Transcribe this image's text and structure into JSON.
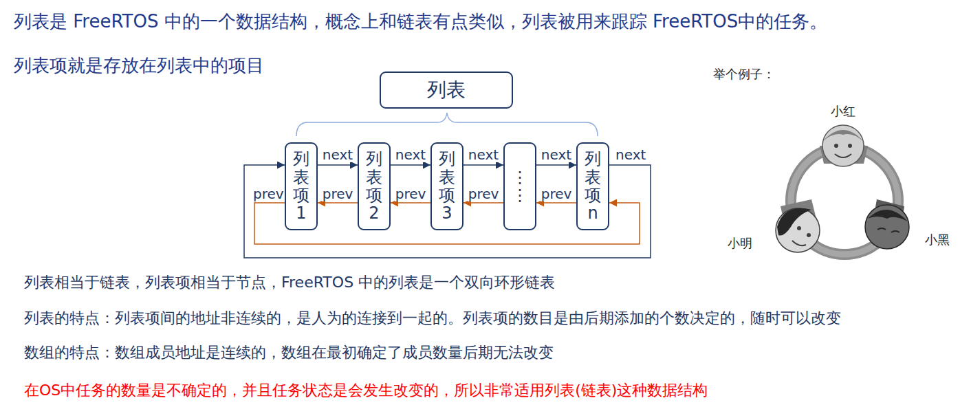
{
  "diagram": {
    "nodes": [
      {
        "text": [
          "列表"
        ]
      },
      {
        "text": [
          "列表项1"
        ]
      },
      {
        "text": [
          "列表项2"
        ]
      },
      {
        "text": [
          "列表项3"
        ]
      },
      {
        "text": [
          "⋮⋮"
        ]
      },
      {
        "text": [
          "列表项n"
        ]
      }
    ],
    "edges": [
      {
        "from": 1,
        "to": 2,
        "arrow": "to",
        "label": "next"
      },
      {
        "from": 2,
        "to": 3,
        "arrow": "to",
        "label": "next"
      },
      {
        "from": 3,
        "to": 4,
        "arrow": "to",
        "label": "next"
      },
      {
        "from": 4,
        "to": 5,
        "arrow": "to",
        "label": "next"
      },
      {
        "from": 5,
        "to": 1,
        "arrow": "to",
        "label": "next"
      },
      {
        "from": 2,
        "to": 1,
        "arrow": "to",
        "label": "prev"
      },
      {
        "from": 3,
        "to": 2,
        "arrow": "to",
        "label": "prev"
      },
      {
        "from": 4,
        "to": 3,
        "arrow": "to",
        "label": "prev"
      },
      {
        "from": 5,
        "to": 4,
        "arrow": "to",
        "label": "prev"
      },
      {
        "from": 1,
        "to": 5,
        "arrow": "to",
        "label": "prev"
      }
    ],
    "labels": [
      "列表是 FreeRTOS 中的一个数据结构，概念上和链表有点类似，列表被用来跟踪 FreeRTOS中的任务。",
      "列表项就是存放在列表中的项目",
      "举个例子：",
      "小红",
      "小明",
      "小黑",
      "列表相当于链表，列表项相当于节点，FreeRTOS 中的列表是一个双向环形链表",
      "列表的特点：列表项间的地址非连续的，是人为的连接到一起的。列表项的数目是由后期添加的个数决定的，随时可以改变",
      "数组的特点：数组成员地址是连续的，数组在最初确定了成员数量后期无法改变",
      "在OS中任务的数量是不确定的，并且任务状态是会发生改变的，所以非常适用列表(链表)这种数据结构"
    ]
  }
}
